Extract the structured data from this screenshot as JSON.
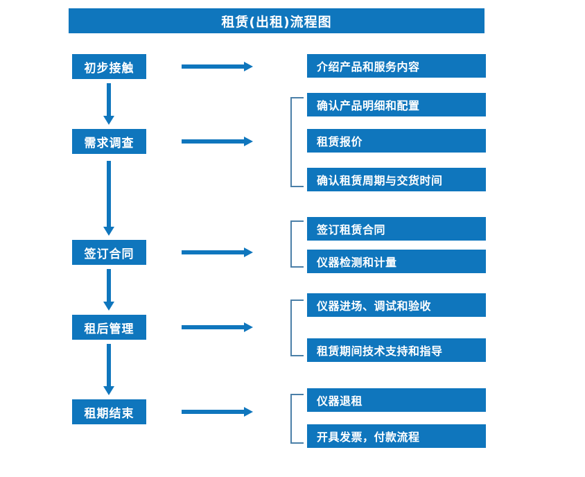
{
  "diagram": {
    "title": "租赁(出租)流程图",
    "colors": {
      "box_fill": "#0f76bd",
      "box_text": "#ffffff",
      "arrow": "#0f76bd",
      "bracket": "#4a7fa8",
      "background": "#ffffff"
    },
    "stages": [
      {
        "label": "初步接触"
      },
      {
        "label": "需求调查"
      },
      {
        "label": "签订合同"
      },
      {
        "label": "租后管理"
      },
      {
        "label": "租期结束"
      }
    ],
    "detail_groups": [
      {
        "bracketed": false,
        "items": [
          "介绍产品和服务内容"
        ]
      },
      {
        "bracketed": true,
        "items": [
          "确认产品明细和配置",
          "租赁报价",
          "确认租赁周期与交货时间"
        ]
      },
      {
        "bracketed": true,
        "items": [
          "签订租赁合同",
          "仪器检测和计量"
        ]
      },
      {
        "bracketed": true,
        "items": [
          "仪器进场、调试和验收",
          "租赁期间技术支持和指导"
        ]
      },
      {
        "bracketed": true,
        "items": [
          "仪器退租",
          "开具发票，付款流程"
        ]
      }
    ]
  }
}
